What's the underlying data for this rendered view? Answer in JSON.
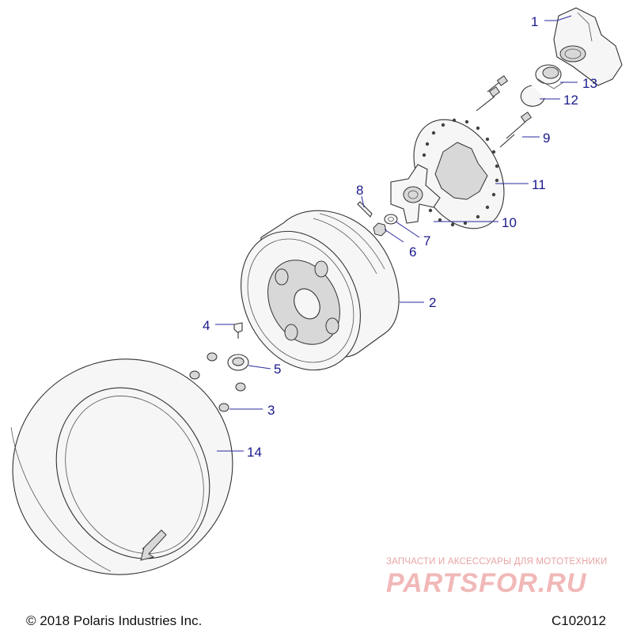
{
  "callouts": [
    {
      "id": "1",
      "label": "1"
    },
    {
      "id": "2",
      "label": "2"
    },
    {
      "id": "3",
      "label": "3"
    },
    {
      "id": "4",
      "label": "4"
    },
    {
      "id": "5",
      "label": "5"
    },
    {
      "id": "6",
      "label": "6"
    },
    {
      "id": "7",
      "label": "7"
    },
    {
      "id": "8",
      "label": "8"
    },
    {
      "id": "9",
      "label": "9"
    },
    {
      "id": "10",
      "label": "10"
    },
    {
      "id": "11",
      "label": "11"
    },
    {
      "id": "12",
      "label": "12"
    },
    {
      "id": "13",
      "label": "13"
    },
    {
      "id": "14",
      "label": "14"
    }
  ],
  "footer": {
    "copyright": "© 2018 Polaris Industries Inc.",
    "diagram_code": "C102012"
  },
  "watermark": {
    "tagline": "ЗАПЧАСТИ И АКСЕССУАРЫ ДЛЯ МОТОТЕХНИКИ",
    "brand": "PARTSFOR.RU"
  },
  "colors": {
    "callout": "#1a1a8c",
    "watermark": "#f1b8b8"
  }
}
